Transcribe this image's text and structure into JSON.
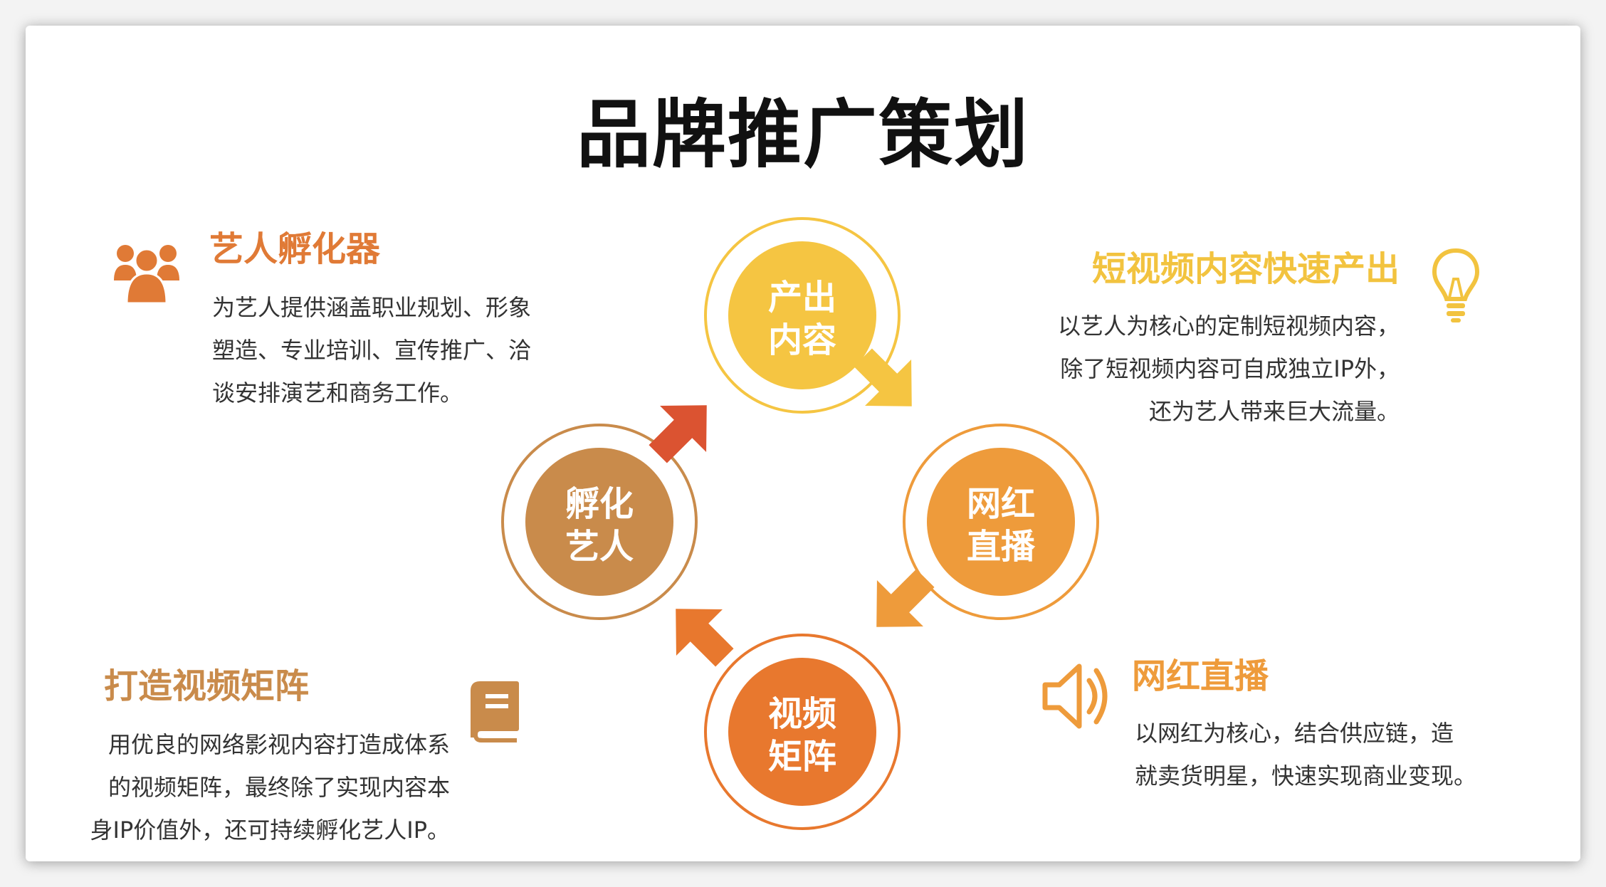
{
  "title": "品牌推广策划",
  "colors": {
    "yellow": "#F5C542",
    "orange": "#EE9B3B",
    "deep_orange": "#E8782E",
    "brown": "#C98B4B",
    "red": "#DB5331",
    "text": "#333333"
  },
  "nodes": [
    {
      "key": "content",
      "lines": [
        "产出",
        "内容"
      ],
      "color": "#F5C542"
    },
    {
      "key": "live",
      "lines": [
        "网红",
        "直播"
      ],
      "color": "#EE9B3B"
    },
    {
      "key": "video",
      "lines": [
        "视频",
        "矩阵"
      ],
      "color": "#E8782E"
    },
    {
      "key": "incubate",
      "lines": [
        "孵化",
        "艺人"
      ],
      "color": "#C98B4B"
    }
  ],
  "blocks": {
    "incubator": {
      "heading": "艺人孵化器",
      "icon": "people-group-icon",
      "heading_color": "#E07A36",
      "lines": [
        "为艺人提供涵盖职业规划、形象",
        "塑造、专业培训、宣传推广、洽",
        "谈安排演艺和商务工作。"
      ]
    },
    "short_video": {
      "heading": "短视频内容快速产出",
      "icon": "lightbulb-icon",
      "heading_color": "#F2C33F",
      "lines": [
        "以艺人为核心的定制短视频内容，",
        "除了短视频内容可自成独立IP外，",
        "还为艺人带来巨大流量。"
      ]
    },
    "video_matrix": {
      "heading": "打造视频矩阵",
      "icon": "book-icon",
      "heading_color": "#C98B4B",
      "lines": [
        "用优良的网络影视内容打造成体系",
        "的视频矩阵，最终除了实现内容本",
        "身IP价值外，还可持续孵化艺人IP。"
      ]
    },
    "live_stream": {
      "heading": "网红直播",
      "icon": "speaker-icon",
      "heading_color": "#EE9B3B",
      "lines": [
        "以网红为核心，结合供应链，造",
        "就卖货明星，快速实现商业变现。"
      ]
    }
  }
}
